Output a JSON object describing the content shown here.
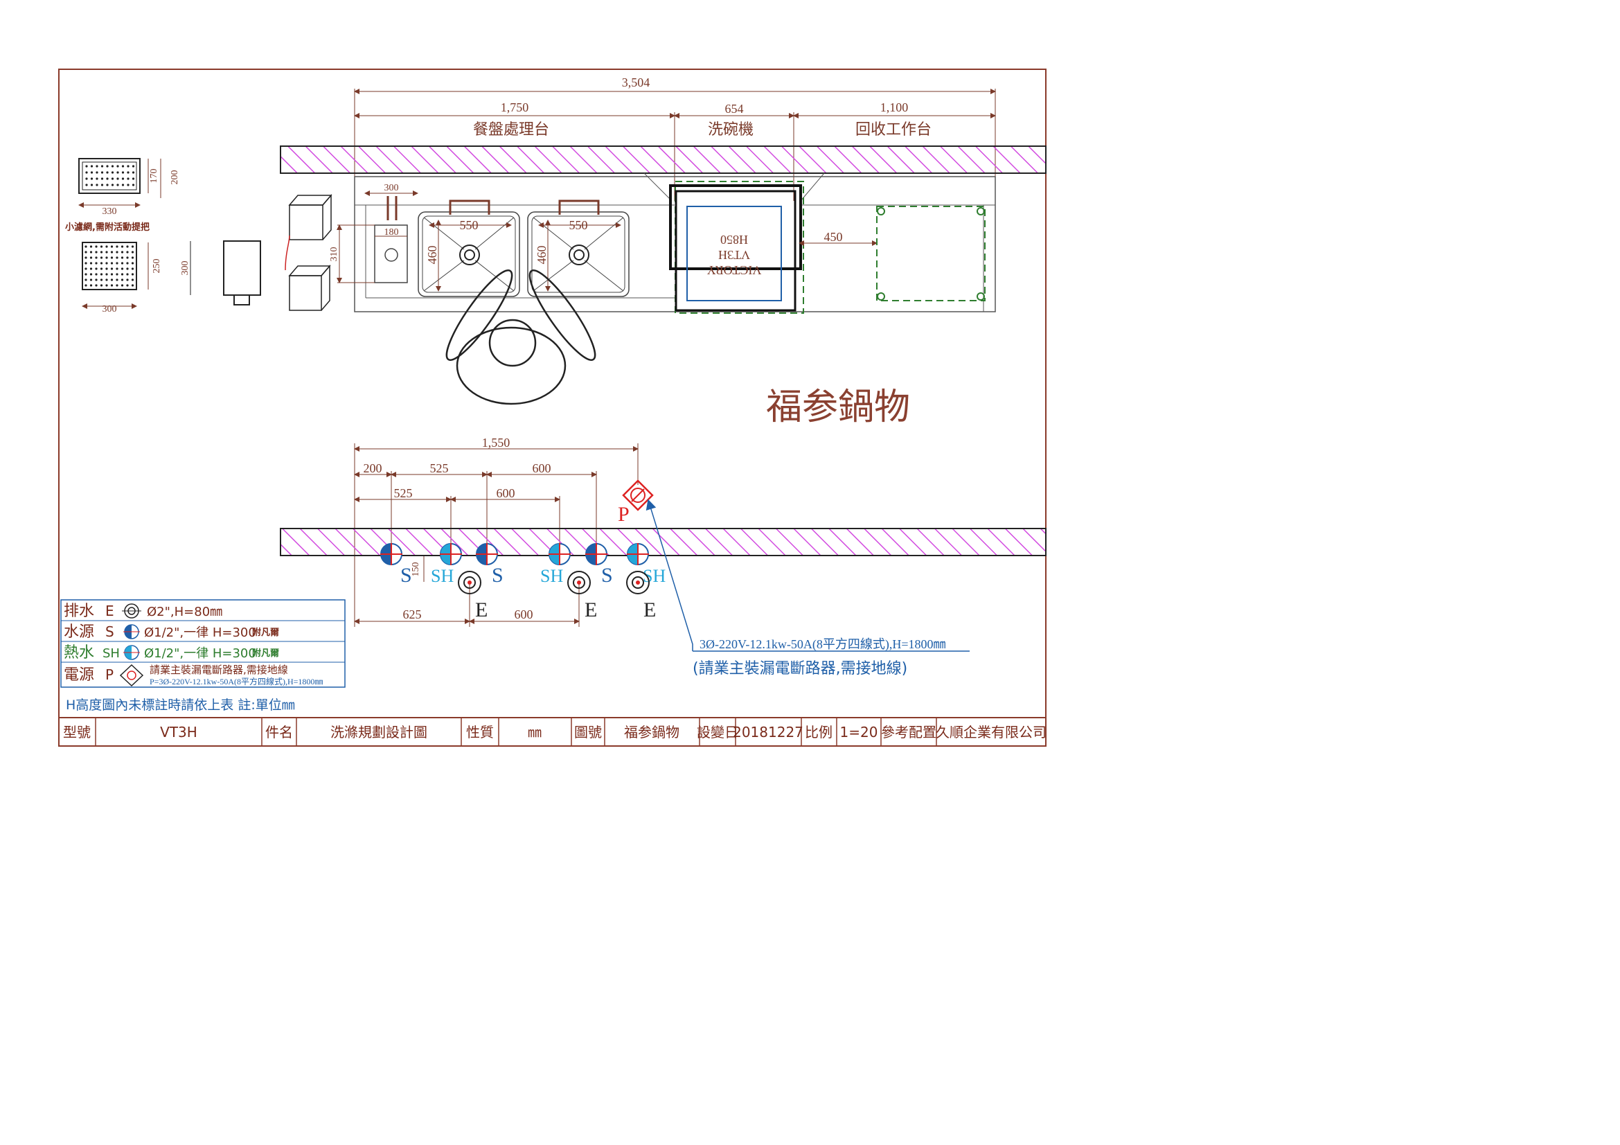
{
  "overall": {
    "total": "3,504"
  },
  "sections": [
    {
      "dim": "1,750",
      "label": "餐盤處理台"
    },
    {
      "dim": "654",
      "label": "洗碗機"
    },
    {
      "dim": "1,100",
      "label": "回收工作台"
    }
  ],
  "details": {
    "basket_top": {
      "width": "330",
      "h1": "170",
      "h2": "200"
    },
    "basket_note": "小濾網,需附活動提把",
    "basket_side": {
      "width": "300",
      "height": "250"
    },
    "box_side": {
      "height": "300"
    }
  },
  "counter": {
    "drain_board": {
      "w": "300",
      "hole": "180",
      "depth": "310"
    },
    "sink1": {
      "w": "550",
      "d": "460"
    },
    "sink2": {
      "w": "550",
      "d": "460"
    },
    "machine_text": [
      "VICTORY",
      "VT3H",
      "H850"
    ],
    "gap": "450"
  },
  "customer": "福参鍋物",
  "utilities": {
    "total": "1,550",
    "row1": [
      "200",
      "525",
      "600"
    ],
    "row2": [
      "525",
      "600"
    ],
    "row3": [
      "625",
      "600"
    ],
    "offset": "150",
    "labels": {
      "S": "S",
      "SH": "SH",
      "E": "E",
      "P": "P"
    },
    "power_note": "3Ø-220V-12.1kw-50A(8平方四線式),H=1800㎜",
    "power_note2": "(請業主裝漏電斷路器,需接地線)"
  },
  "legend": [
    {
      "name": "排水",
      "code": "E",
      "spec": "Ø2\",H=80㎜",
      "extra": ""
    },
    {
      "name": "水源",
      "code": "S",
      "spec": "Ø1/2\",一律 H=300",
      "extra": "附凡爾"
    },
    {
      "name": "熱水",
      "code": "SH",
      "spec": "Ø1/2\",一律 H=300",
      "extra": "附凡爾"
    },
    {
      "name": "電源",
      "code": "P",
      "spec": "請業主裝漏電斷路器,需接地線",
      "extra": "P=3Ø-220V-12.1kw-50A(8平方四線式),H=1800㎜"
    }
  ],
  "legend_note": "H高度圖內未標註時請依上表 註:單位㎜",
  "title_block": [
    {
      "label": "型號",
      "value": "VT3H"
    },
    {
      "label": "件名",
      "value": "洗滌規劃設計圖"
    },
    {
      "label": "性質",
      "value": "㎜"
    },
    {
      "label": "圖號",
      "value": "福参鍋物"
    },
    {
      "label": "設變日",
      "value": "20181227"
    },
    {
      "label": "比例",
      "value": "1=20"
    },
    {
      "label": "參考配置",
      "value": "久順企業有限公司"
    }
  ]
}
